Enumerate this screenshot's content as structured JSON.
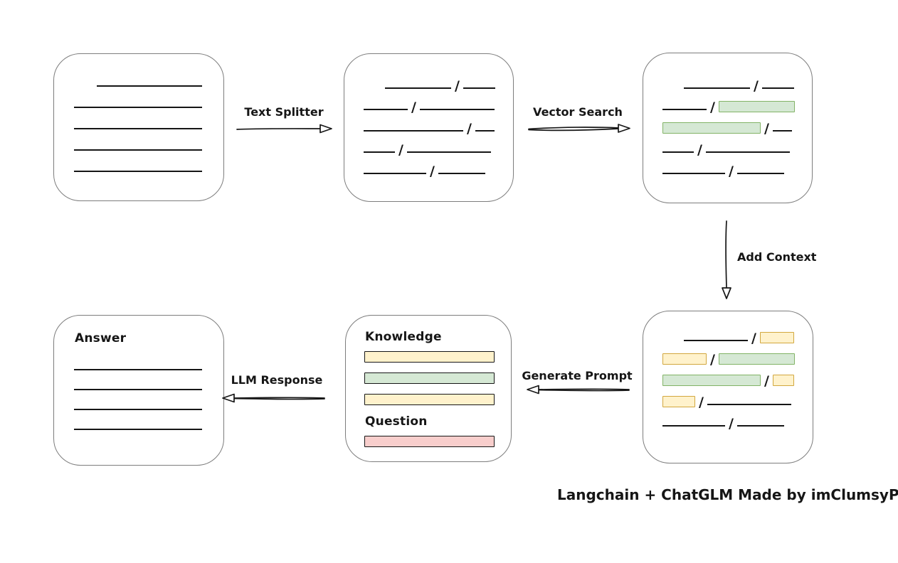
{
  "diagram": {
    "caption": "Langchain + ChatGLM Made by imClumsyPanda",
    "separator": "/",
    "colors": {
      "green_fill": "#d5e8d4",
      "green_border": "#82b366",
      "yellow_fill": "#fff2cc",
      "yellow_border": "#d2a73e",
      "red_fill": "#f8cecc",
      "red_border": "#b85450",
      "box_border": "#7d7d7d",
      "ink": "#161616"
    },
    "arrows": {
      "text_splitter": {
        "label": "Text Splitter",
        "direction": "right"
      },
      "vector_search": {
        "label": "Vector Search",
        "direction": "right"
      },
      "add_context": {
        "label": "Add Context",
        "direction": "down"
      },
      "generate_prompt": {
        "label": "Generate Prompt",
        "direction": "left"
      },
      "llm_response": {
        "label": "LLM Response",
        "direction": "left"
      }
    },
    "boxes": {
      "document": {
        "lines": [
          {
            "indent": 32,
            "w": 148
          },
          {
            "indent": 0,
            "w": 180
          },
          {
            "indent": 0,
            "w": 180
          },
          {
            "indent": 0,
            "w": 180
          },
          {
            "indent": 0,
            "w": 180
          }
        ]
      },
      "chunks": {
        "rows": [
          {
            "indent": 30,
            "segs": [
              {
                "k": "line",
                "w": 93
              },
              {
                "k": "line",
                "w": 45
              }
            ]
          },
          {
            "indent": 0,
            "segs": [
              {
                "k": "line",
                "w": 62
              },
              {
                "k": "line",
                "w": 105
              }
            ]
          },
          {
            "indent": 0,
            "segs": [
              {
                "k": "line",
                "w": 140
              },
              {
                "k": "line",
                "w": 27
              }
            ]
          },
          {
            "indent": 0,
            "segs": [
              {
                "k": "line",
                "w": 44
              },
              {
                "k": "line",
                "w": 118
              }
            ]
          },
          {
            "indent": 0,
            "segs": [
              {
                "k": "line",
                "w": 88
              },
              {
                "k": "line",
                "w": 66
              }
            ]
          }
        ]
      },
      "vector_results": {
        "rows": [
          {
            "indent": 30,
            "segs": [
              {
                "k": "line",
                "w": 93
              },
              {
                "k": "line",
                "w": 45
              }
            ]
          },
          {
            "indent": 0,
            "segs": [
              {
                "k": "line",
                "w": 62
              },
              {
                "k": "green",
                "w": 107
              }
            ]
          },
          {
            "indent": 0,
            "segs": [
              {
                "k": "green",
                "w": 138
              },
              {
                "k": "line",
                "w": 27
              }
            ]
          },
          {
            "indent": 0,
            "segs": [
              {
                "k": "line",
                "w": 44
              },
              {
                "k": "line",
                "w": 118
              }
            ]
          },
          {
            "indent": 0,
            "segs": [
              {
                "k": "line",
                "w": 88
              },
              {
                "k": "line",
                "w": 66
              }
            ]
          }
        ]
      },
      "context": {
        "rows": [
          {
            "indent": 30,
            "segs": [
              {
                "k": "line",
                "w": 90
              },
              {
                "k": "yellow",
                "w": 48
              }
            ]
          },
          {
            "indent": 0,
            "segs": [
              {
                "k": "yellow",
                "w": 62
              },
              {
                "k": "green",
                "w": 107
              }
            ]
          },
          {
            "indent": 0,
            "segs": [
              {
                "k": "green",
                "w": 138
              },
              {
                "k": "yellow",
                "w": 30
              }
            ]
          },
          {
            "indent": 0,
            "segs": [
              {
                "k": "yellow",
                "w": 46
              },
              {
                "k": "line",
                "w": 118
              }
            ]
          },
          {
            "indent": 0,
            "segs": [
              {
                "k": "line",
                "w": 88
              },
              {
                "k": "line",
                "w": 66
              }
            ]
          }
        ]
      },
      "prompt": {
        "knowledge_label": "Knowledge",
        "question_label": "Question",
        "knowledge_bars": [
          "yellow",
          "green",
          "yellow"
        ],
        "question_bars": [
          "red"
        ]
      },
      "answer": {
        "label": "Answer",
        "lines": [
          {
            "indent": 0,
            "w": 180
          },
          {
            "indent": 0,
            "w": 180
          },
          {
            "indent": 0,
            "w": 180
          },
          {
            "indent": 0,
            "w": 180
          }
        ]
      }
    }
  }
}
